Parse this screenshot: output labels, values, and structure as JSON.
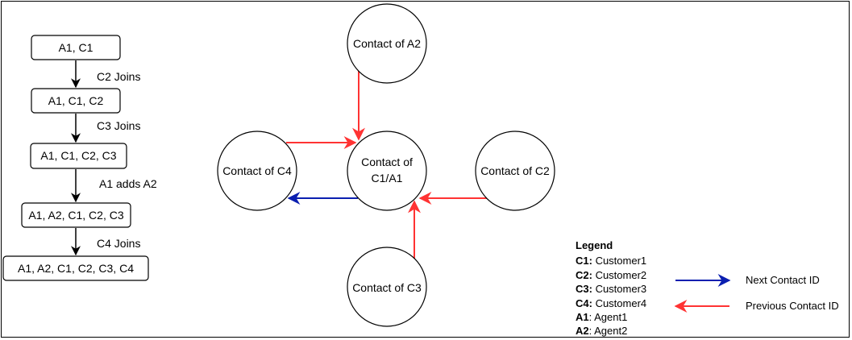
{
  "colors": {
    "next": "#0b1fb0",
    "previous": "#ff3333",
    "stroke": "#000000"
  },
  "states": [
    {
      "label": "A1, C1"
    },
    {
      "label": "A1, C1, C2"
    },
    {
      "label": "A1, C1, C2, C3"
    },
    {
      "label": "A1, A2, C1, C2, C3"
    },
    {
      "label": "A1, A2, C1, C2, C3, C4"
    }
  ],
  "transitions": [
    {
      "label": "C2 Joins"
    },
    {
      "label": "C3 Joins"
    },
    {
      "label": "A1 adds A2"
    },
    {
      "label": "C4 Joins"
    }
  ],
  "contacts": {
    "a2": {
      "label": "Contact of A2"
    },
    "c4": {
      "label": "Contact of C4"
    },
    "center": {
      "line1": "Contact of",
      "line2": "C1/A1"
    },
    "c2": {
      "label": "Contact of C2"
    },
    "c3": {
      "label": "Contact of C3"
    }
  },
  "legend": {
    "title": "Legend",
    "entries": [
      {
        "key": "C1:",
        "value": " Customer1"
      },
      {
        "key": "C2:",
        "value": " Customer2"
      },
      {
        "key": "C3:",
        "value": " Customer3"
      },
      {
        "key": "C4:",
        "value": " Customer4"
      },
      {
        "key": "A1",
        "value": ": Agent1"
      },
      {
        "key": "A2",
        "value": ": Agent2"
      }
    ],
    "next_label": "Next Contact ID",
    "previous_label": "Previous Contact ID"
  }
}
